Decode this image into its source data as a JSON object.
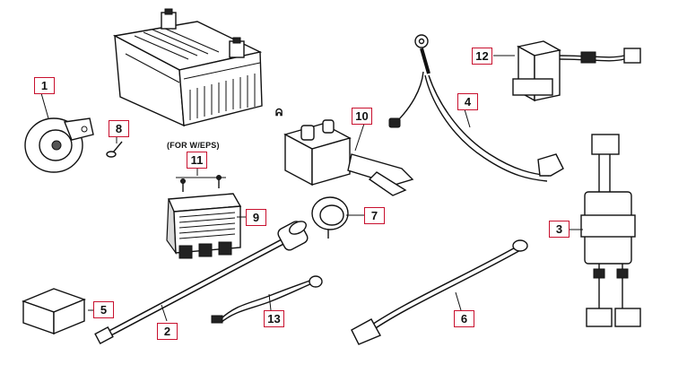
{
  "diagram": {
    "note_text": "(FOR W/EPS)",
    "small_symbol": "ᕱ",
    "callouts": [
      {
        "id": "1",
        "label": "1"
      },
      {
        "id": "2",
        "label": "2"
      },
      {
        "id": "3",
        "label": "3"
      },
      {
        "id": "4",
        "label": "4"
      },
      {
        "id": "5",
        "label": "5"
      },
      {
        "id": "6",
        "label": "6"
      },
      {
        "id": "7",
        "label": "7"
      },
      {
        "id": "8",
        "label": "8"
      },
      {
        "id": "9",
        "label": "9"
      },
      {
        "id": "10",
        "label": "10"
      },
      {
        "id": "11",
        "label": "11"
      },
      {
        "id": "12",
        "label": "12"
      },
      {
        "id": "13",
        "label": "13"
      }
    ],
    "colors": {
      "callout_border": "#c8102e",
      "line": "#111111",
      "background": "#ffffff"
    }
  }
}
